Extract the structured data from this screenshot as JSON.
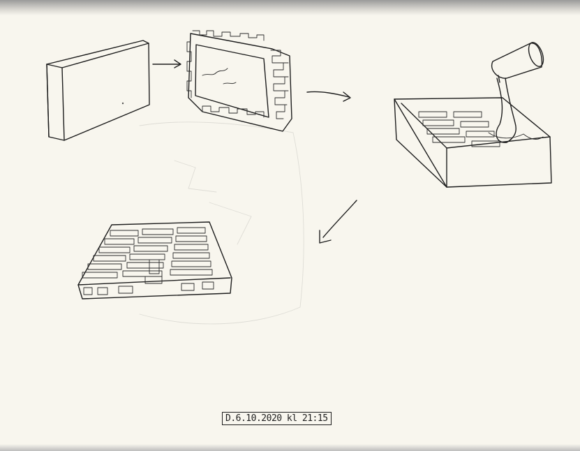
{
  "sketch": {
    "steps": [
      {
        "name": "block"
      },
      {
        "name": "carved-mold"
      },
      {
        "name": "casting-tray"
      },
      {
        "name": "cast-result"
      }
    ],
    "arrows": 3
  },
  "stamp": {
    "text": "D.6.10.2020 kl 21:15"
  }
}
